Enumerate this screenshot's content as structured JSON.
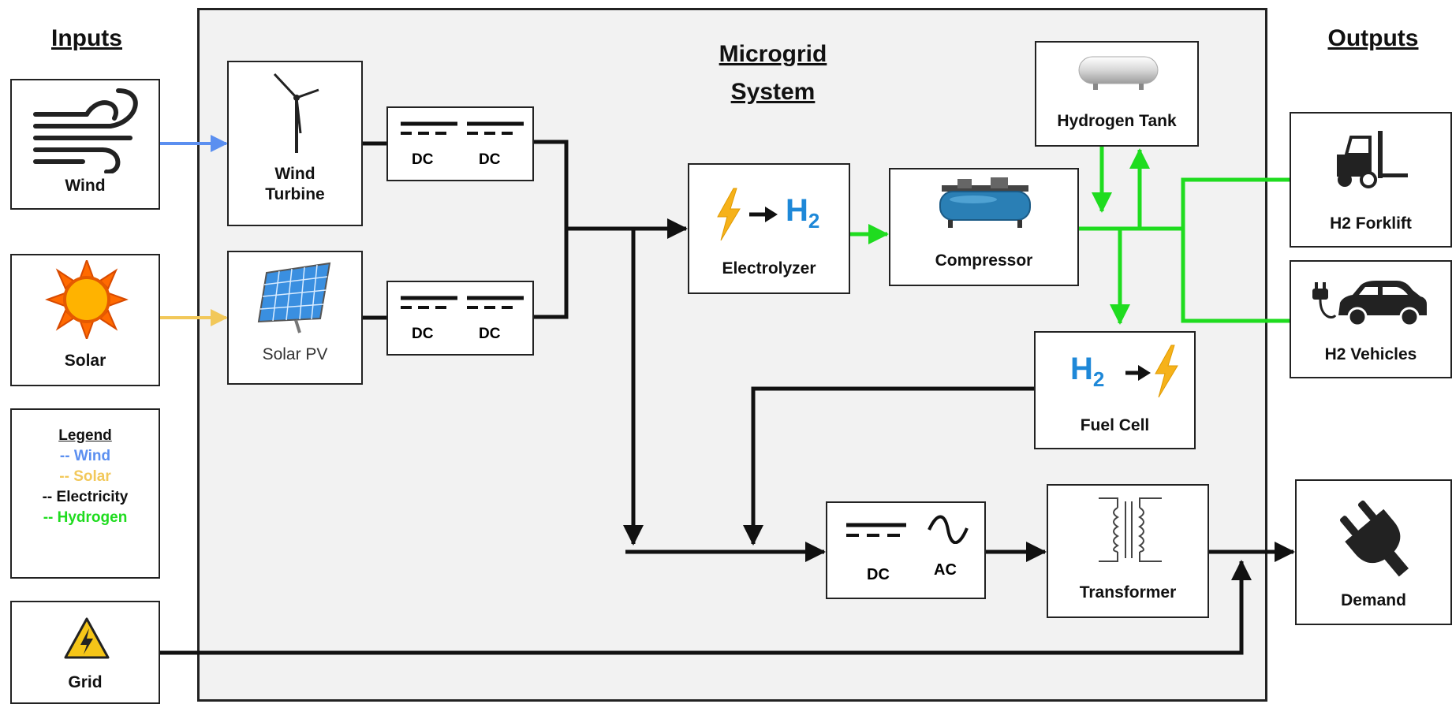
{
  "headings": {
    "inputs": "Inputs",
    "outputs": "Outputs",
    "system_line1": "Microgrid",
    "system_line2": "System"
  },
  "inputs": {
    "wind": "Wind",
    "solar": "Solar",
    "grid": "Grid"
  },
  "legend": {
    "title": "Legend",
    "items": [
      {
        "label": "-- Wind",
        "color": "#5b8ff0"
      },
      {
        "label": "-- Solar",
        "color": "#f2c85a"
      },
      {
        "label": "-- Electricity",
        "color": "#111111"
      },
      {
        "label": "-- Hydrogen",
        "color": "#1fdc1f"
      }
    ]
  },
  "components": {
    "wind_turbine_line1": "Wind",
    "wind_turbine_line2": "Turbine",
    "solar_pv": "Solar PV",
    "dcdc_a": "DC",
    "dcdc_b": "DC",
    "electrolyzer": "Electrolyzer",
    "electrolyzer_symbol": "H",
    "electrolyzer_symbol_sub": "2",
    "compressor": "Compressor",
    "hydrogen_tank": "Hydrogen Tank",
    "fuel_cell": "Fuel Cell",
    "fuel_cell_symbol": "H",
    "fuel_cell_symbol_sub": "2",
    "inverter_dc": "DC",
    "inverter_ac": "AC",
    "transformer": "Transformer"
  },
  "outputs": {
    "forklift": "H2 Forklift",
    "vehicles": "H2 Vehicles",
    "demand": "Demand"
  },
  "colors": {
    "wind": "#5b8ff0",
    "solar": "#f2c85a",
    "electricity": "#111111",
    "hydrogen": "#1fdc1f",
    "system_bg": "#f2f2f2",
    "h2_blue": "#1e88d8",
    "bolt": "#f6b21a"
  }
}
